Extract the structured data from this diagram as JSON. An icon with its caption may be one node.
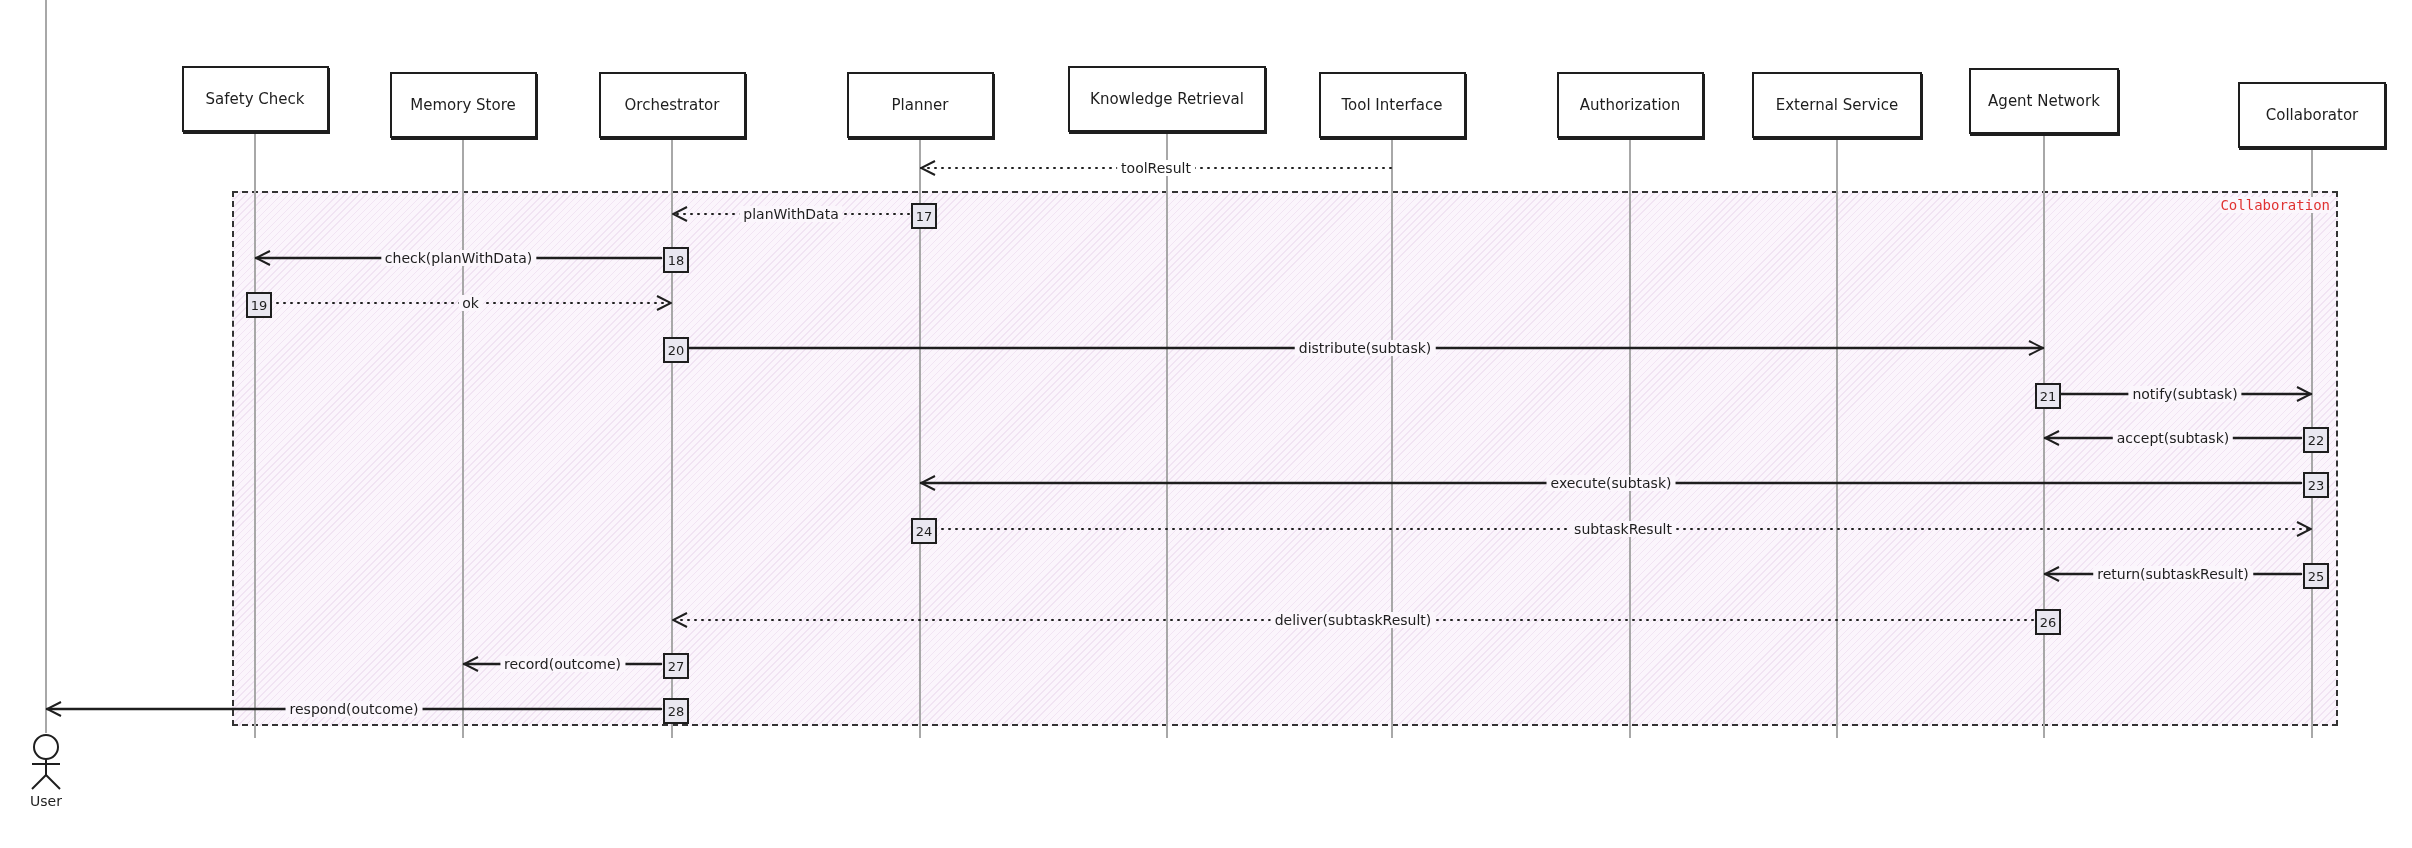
{
  "diagram": {
    "nodes": [
      {
        "text": [
          "Safety Check"
        ]
      },
      {
        "text": [
          "Memory Store"
        ]
      },
      {
        "text": [
          "Orchestrator"
        ]
      },
      {
        "text": [
          "Planner"
        ]
      },
      {
        "text": [
          "Knowledge Retrieval"
        ]
      },
      {
        "text": [
          "Tool Interface"
        ]
      },
      {
        "text": [
          "Authorization"
        ]
      },
      {
        "text": [
          "External Service"
        ]
      },
      {
        "text": [
          "Agent Network"
        ]
      },
      {
        "text": [
          "Collaborator"
        ]
      },
      {
        "text": [],
        "shape": "bar"
      },
      {
        "text": [],
        "shape": "bar"
      },
      {
        "text": [],
        "shape": "bar"
      },
      {
        "text": [],
        "shape": "bar"
      },
      {
        "text": [],
        "shape": "bar"
      },
      {
        "text": [],
        "shape": "bar"
      },
      {
        "text": [],
        "shape": "bar"
      },
      {
        "text": [],
        "shape": "bar"
      },
      {
        "text": [],
        "shape": "bar"
      },
      {
        "text": [],
        "shape": "bar"
      },
      {
        "text": [
          "Collaboration"
        ]
      },
      {
        "text": [
          "17"
        ],
        "in": 20
      },
      {
        "text": [
          "18"
        ],
        "in": 20
      },
      {
        "text": [
          "19"
        ],
        "in": 20
      },
      {
        "text": [
          "20"
        ],
        "in": 20
      },
      {
        "text": [
          "21"
        ],
        "in": 20
      },
      {
        "text": [
          "22"
        ],
        "in": 20
      },
      {
        "text": [
          "23"
        ],
        "in": 20
      },
      {
        "text": [
          "24"
        ],
        "in": 20
      },
      {
        "text": [
          "25"
        ],
        "in": 20
      },
      {
        "text": [
          "26"
        ],
        "in": 20
      },
      {
        "text": [
          "27"
        ],
        "in": 20
      },
      {
        "text": [
          "28"
        ],
        "in": 20
      },
      {
        "text": [
          "User"
        ]
      }
    ],
    "edges": [
      {
        "from": 15,
        "to": 13,
        "arrow": "to",
        "label": "toolResult",
        "style": "dashed"
      },
      {
        "from": 21,
        "to": 12,
        "arrow": "to",
        "label": "planWithData",
        "style": "dashed"
      },
      {
        "from": 22,
        "to": 10,
        "arrow": "to",
        "label": "check(planWithData)"
      },
      {
        "from": 23,
        "to": 12,
        "arrow": "to",
        "label": "ok",
        "style": "dashed"
      },
      {
        "from": 24,
        "to": 18,
        "arrow": "to",
        "label": "distribute(subtask)"
      },
      {
        "from": 25,
        "to": 19,
        "arrow": "to",
        "label": "notify(subtask)"
      },
      {
        "from": 26,
        "to": 18,
        "arrow": "to",
        "label": "accept(subtask)"
      },
      {
        "from": 27,
        "to": 13,
        "arrow": "to",
        "label": "execute(subtask)"
      },
      {
        "from": 28,
        "to": 19,
        "arrow": "to",
        "label": "subtaskResult",
        "style": "dashed"
      },
      {
        "from": 29,
        "to": 18,
        "arrow": "to",
        "label": "return(subtaskResult)"
      },
      {
        "from": 30,
        "to": 12,
        "arrow": "to",
        "label": "deliver(subtaskResult)",
        "style": "dashed"
      },
      {
        "from": 31,
        "to": 11,
        "arrow": "to",
        "label": "record(outcome)"
      },
      {
        "from": 32,
        "to": 33,
        "arrow": "to",
        "label": "respond(outcome)"
      }
    ]
  }
}
